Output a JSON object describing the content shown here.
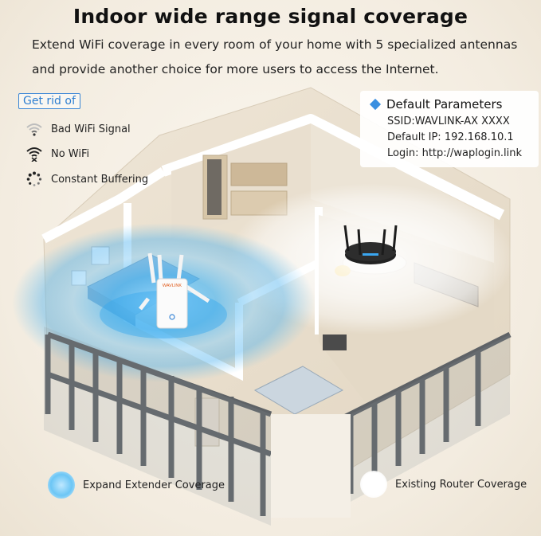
{
  "title": "Indoor wide range signal coverage",
  "subtitle_line1": "Extend WiFi coverage in every room of your home with 5 specialized antennas",
  "subtitle_line2": "and provide another choice for more users to access the Internet.",
  "get_rid_of": {
    "label": "Get rid of",
    "items": [
      {
        "icon": "weak-wifi-icon",
        "text": "Bad WiFi Signal"
      },
      {
        "icon": "no-wifi-icon",
        "text": "No WiFi"
      },
      {
        "icon": "buffering-icon",
        "text": "Constant Buffering"
      }
    ]
  },
  "params": {
    "heading": "Default Parameters",
    "ssid": "SSID:WAVLINK-AX XXXX",
    "ip": "Default IP: 192.168.10.1",
    "login": "Login: http://waplogin.link"
  },
  "device_brand": "WAVLINK",
  "legend": {
    "extender": "Expand Extender Coverage",
    "router": "Existing Router Coverage"
  },
  "colors": {
    "extender_signal": "#5bbcf2",
    "router_signal": "#ffffff",
    "accent": "#3a86d6"
  }
}
